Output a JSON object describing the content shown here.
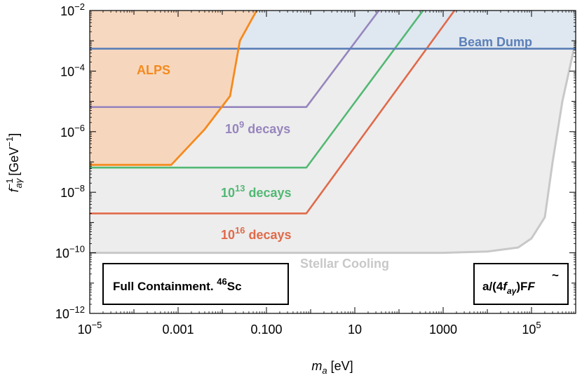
{
  "chart_data": {
    "type": "line",
    "x_scale": "log",
    "y_scale": "log",
    "xlim": [
      1e-05,
      1000000.0
    ],
    "ylim": [
      1e-12,
      0.01
    ],
    "xlabel": {
      "main": "m",
      "sub": "a",
      "unit": "[eV]"
    },
    "ylabel": {
      "main": "f",
      "sub": "aγ",
      "sup": "−1",
      "unit": "[GeV",
      "unit_sup": "−1",
      "unit_end": "]"
    },
    "x_ticks": [
      {
        "value": 1e-05,
        "base": "10",
        "exp": "−5"
      },
      {
        "value": 0.001,
        "text": "0.001"
      },
      {
        "value": 0.1,
        "text": "0.100"
      },
      {
        "value": 10,
        "text": "10"
      },
      {
        "value": 1000,
        "text": "1000"
      },
      {
        "value": 100000.0,
        "base": "10",
        "exp": "5"
      }
    ],
    "y_ticks": [
      {
        "value": 0.01,
        "base": "10",
        "exp": "−2"
      },
      {
        "value": 0.0001,
        "base": "10",
        "exp": "−4"
      },
      {
        "value": 1e-06,
        "base": "10",
        "exp": "−6"
      },
      {
        "value": 1e-08,
        "base": "10",
        "exp": "−8"
      },
      {
        "value": 1e-10,
        "base": "10",
        "exp": "−10"
      },
      {
        "value": 1e-12,
        "base": "10",
        "exp": "−12"
      }
    ],
    "regions": [
      {
        "name": "Stellar Cooling",
        "label": {
          "text": "Stellar Cooling"
        },
        "color": "#c8c8c8",
        "fill": "#ededed",
        "points": [
          [
            1e-05,
            1e-10
          ],
          [
            1000.0,
            1e-10
          ],
          [
            10000.0,
            1.1e-10
          ],
          [
            50000.0,
            1.5e-10
          ],
          [
            100000.0,
            3e-10
          ],
          [
            200000.0,
            1.5e-09
          ],
          [
            300000.0,
            1e-07
          ],
          [
            500000.0,
            1e-05
          ],
          [
            1000000.0,
            0.001
          ]
        ]
      },
      {
        "name": "Beam Dump",
        "label": {
          "text": "Beam Dump"
        },
        "color": "#5b7fb8",
        "fill": "#dde5f0",
        "points": [
          [
            1e-05,
            0.00055
          ],
          [
            1000000.0,
            0.00055
          ]
        ]
      },
      {
        "name": "ALPS",
        "label": {
          "text": "ALPS"
        },
        "color": "#f58a1e",
        "fill": "#f7d6bc",
        "points": [
          [
            1e-05,
            8e-08
          ],
          [
            0.0007,
            8e-08
          ],
          [
            0.004,
            1.2e-06
          ],
          [
            0.015,
            1.5e-05
          ],
          [
            0.025,
            0.001
          ],
          [
            0.06,
            0.01
          ]
        ]
      }
    ],
    "series": [
      {
        "name": "10^9 decays",
        "label": {
          "base": "10",
          "exp": "9",
          "rest": " decays"
        },
        "color": "#9785bd",
        "points": [
          [
            1e-05,
            6.5e-06
          ],
          [
            0.8,
            6.5e-06
          ],
          [
            35,
            0.01
          ]
        ]
      },
      {
        "name": "10^13 decays",
        "label": {
          "base": "10",
          "exp": "13",
          "rest": " decays"
        },
        "color": "#52b874",
        "points": [
          [
            1e-05,
            6.5e-08
          ],
          [
            0.8,
            6.5e-08
          ],
          [
            350,
            0.01
          ]
        ]
      },
      {
        "name": "10^16 decays",
        "label": {
          "base": "10",
          "exp": "16",
          "rest": " decays"
        },
        "color": "#e06a4a",
        "points": [
          [
            1e-05,
            2e-09
          ],
          [
            0.8,
            2e-09
          ],
          [
            1800,
            0.01
          ]
        ]
      }
    ],
    "annotations": [
      {
        "id": "full-containment",
        "text": "Full Containment. ",
        "sup": "46",
        "tail": "Sc"
      },
      {
        "id": "coupling",
        "text": "a/(4",
        "italic": "f",
        "sub": "aγ",
        "tail": ")F",
        "tilde": "F"
      }
    ],
    "grid": false,
    "legend": "none"
  }
}
